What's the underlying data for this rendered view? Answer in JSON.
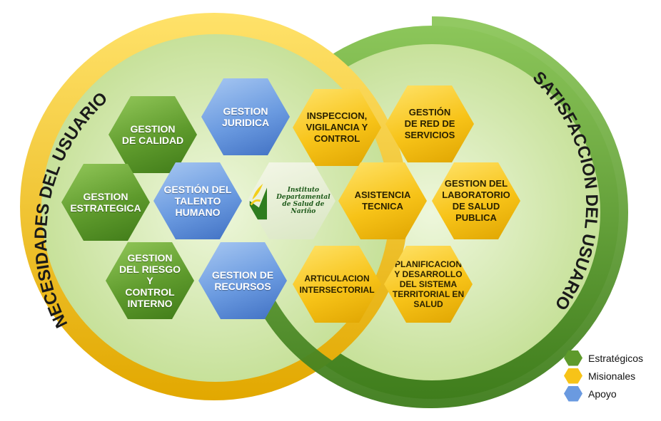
{
  "left_arc_text": "NECESIDADES DEL USUARIO",
  "right_arc_text": "SATISFACCION DEL USUARIO",
  "center_logo": {
    "line1": "Instituto",
    "line2": "Departamental",
    "line3": "de Salud de Nariño"
  },
  "processes": [
    {
      "id": "gestion-calidad",
      "label": "GESTION\nDE CALIDAD",
      "category": "estrategico"
    },
    {
      "id": "gestion-juridica",
      "label": "GESTION\nJURIDICA",
      "category": "apoyo"
    },
    {
      "id": "inspeccion",
      "label": "INSPECCION,\nVIGILANCIA Y\nCONTROL",
      "category": "misional"
    },
    {
      "id": "gestion-red",
      "label": "GESTIÓN\nDE RED DE\nSERVICIOS",
      "category": "misional"
    },
    {
      "id": "gestion-estrategica",
      "label": "GESTION\nESTRATEGICA",
      "category": "estrategico"
    },
    {
      "id": "talento-humano",
      "label": "GESTIÓN DEL\nTALENTO\nHUMANO",
      "category": "apoyo"
    },
    {
      "id": "asistencia-tecnica",
      "label": "ASISTENCIA\nTECNICA",
      "category": "misional"
    },
    {
      "id": "laboratorio",
      "label": "GESTION DEL\nLABORATORIO\nDE SALUD\nPUBLICA",
      "category": "misional"
    },
    {
      "id": "riesgo",
      "label": "GESTION\nDEL RIESGO Y\nCONTROL\nINTERNO",
      "category": "estrategico"
    },
    {
      "id": "recursos",
      "label": "GESTION DE\nRECURSOS",
      "category": "apoyo"
    },
    {
      "id": "articulacion",
      "label": "ARTICULACION\nINTERSECTORIAL",
      "category": "misional"
    },
    {
      "id": "planificacion",
      "label": "PLANIFICACION\nY DESARROLLO\nDEL SISTEMA\nTERRITORIAL EN\nSALUD",
      "category": "misional"
    }
  ],
  "legend": [
    {
      "label": "Estratégicos",
      "color": "#5e9a2c"
    },
    {
      "label": "Misionales",
      "color": "#f7c318"
    },
    {
      "label": "Apoyo",
      "color": "#6a9ae0"
    }
  ],
  "colors": {
    "left_ring": "#f2c418",
    "right_ring": "#5fa033",
    "inner_fill": "#d8ebb4"
  }
}
